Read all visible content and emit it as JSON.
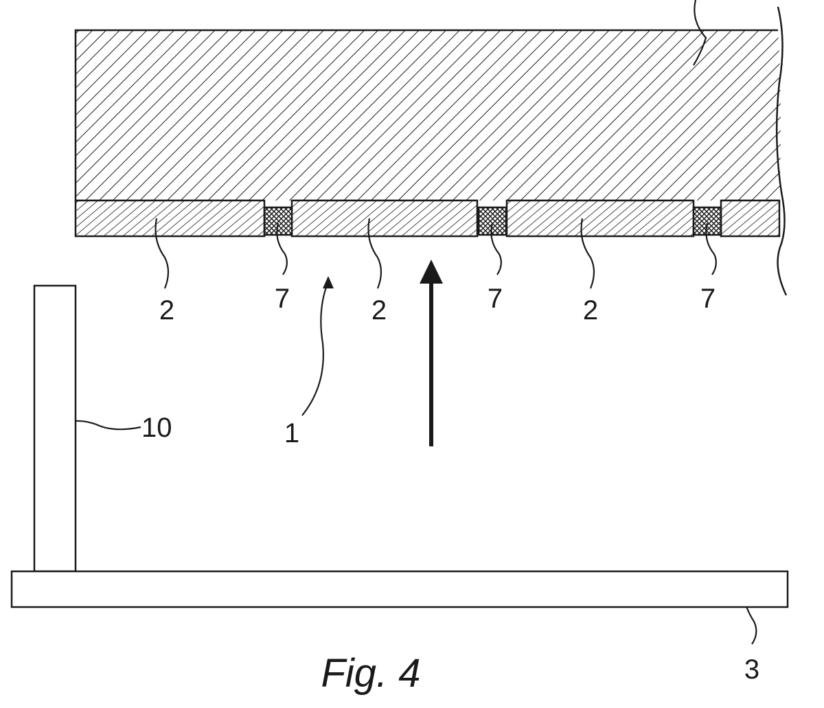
{
  "figure": {
    "caption": "Fig. 4",
    "labels": {
      "tile_a": "2",
      "tile_b": "2",
      "tile_c": "2",
      "joint_a": "7",
      "joint_b": "7",
      "joint_c": "7",
      "gap": "1",
      "post": "10",
      "base": "3"
    }
  }
}
